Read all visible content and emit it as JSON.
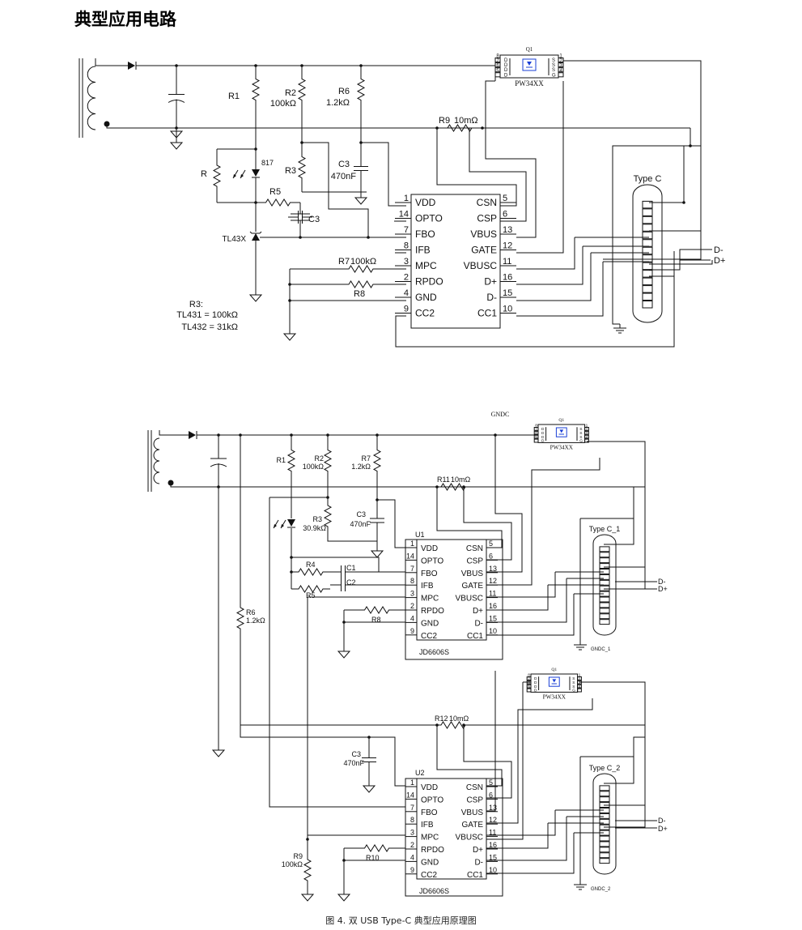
{
  "page_title": "典型应用电路",
  "figure_caption": "图 4. 双 USB Type-C 典型应用原理图",
  "ic_pins": {
    "left": [
      {
        "num": "1",
        "name": "VDD"
      },
      {
        "num": "14",
        "name": "OPTO"
      },
      {
        "num": "7",
        "name": "FBO"
      },
      {
        "num": "8",
        "name": "IFB"
      },
      {
        "num": "3",
        "name": "MPC"
      },
      {
        "num": "2",
        "name": "RPDO"
      },
      {
        "num": "4",
        "name": "GND"
      },
      {
        "num": "9",
        "name": "CC2"
      }
    ],
    "right": [
      {
        "num": "5",
        "name": "CSN"
      },
      {
        "num": "6",
        "name": "CSP"
      },
      {
        "num": "13",
        "name": "VBUS"
      },
      {
        "num": "12",
        "name": "GATE"
      },
      {
        "num": "11",
        "name": "VBUSC"
      },
      {
        "num": "16",
        "name": "D+"
      },
      {
        "num": "15",
        "name": "D-"
      },
      {
        "num": "10",
        "name": "CC1"
      }
    ]
  },
  "mosfet": {
    "name": "Q1",
    "part": "PW34XX",
    "pins_left": [
      "8",
      "7",
      "6",
      "5"
    ],
    "pins_right": [
      "1",
      "2",
      "3",
      "4"
    ],
    "labels_left": [
      "D",
      "D",
      "D",
      "D"
    ],
    "labels_right": [
      "S",
      "S",
      "S",
      "G"
    ]
  },
  "circuit1": {
    "r1": "R1",
    "r2": "R2",
    "r2_val": "100kΩ",
    "r6": "R6",
    "r6_val": "1.2kΩ",
    "r9": "R9",
    "r9_val": "10mΩ",
    "c3": "C3",
    "c3_val": "470nF",
    "r3": "R3",
    "opto": "817",
    "r": "R",
    "r5": "R5",
    "c3b": "C3",
    "tl": "TL43X",
    "r7": "R7",
    "r7_val": "100kΩ",
    "r8": "R8",
    "note_line1": "R3:",
    "note_line2": "TL431 = 100kΩ",
    "note_line3": "TL432 = 31kΩ",
    "connector": "Type C",
    "dminus": "D-",
    "dplus": "D+"
  },
  "circuit2": {
    "gndc": "GNDC",
    "r1": "R1",
    "r2": "R2",
    "r2_val": "100kΩ",
    "r7": "R7",
    "r7_val": "1.2kΩ",
    "r11": "R11",
    "r11_val": "10mΩ",
    "r3": "R3",
    "r3_val": "30.9kΩ",
    "c3": "C3",
    "c3_val": "470nF",
    "u1": "U1",
    "r4": "R4",
    "r5": "R5",
    "c1": "C1",
    "c2": "C2",
    "r6": "R6",
    "r6_val": "1.2kΩ",
    "r8": "R8",
    "ic1": "JD6606S",
    "conn1": "Type C_1",
    "gnd1": "GNDC_1",
    "r12": "R12",
    "r12_val": "10mΩ",
    "c3b": "C3",
    "c3b_val": "470nF",
    "u2": "U2",
    "r9": "R9",
    "r9_val": "100kΩ",
    "r10": "R10",
    "ic2": "JD6606S",
    "conn2": "Type C_2",
    "gnd2": "GNDC_2",
    "dminus": "D-",
    "dplus": "D+"
  }
}
